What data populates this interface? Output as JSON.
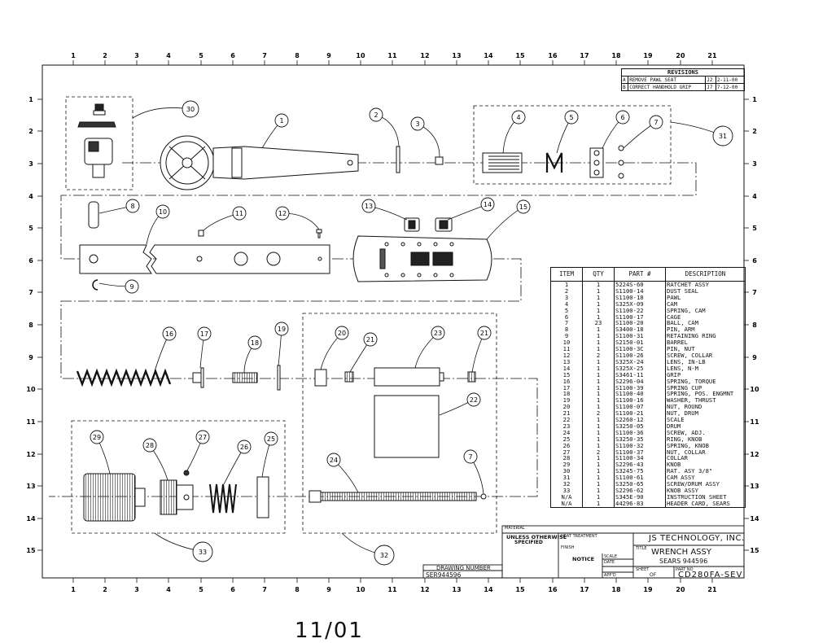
{
  "revisions": {
    "title": "REVISIONS",
    "rows": [
      {
        "ltr": "A",
        "desc": "REMOVE PAWL SEAT",
        "by": "J2",
        "date": "2-11-00"
      },
      {
        "ltr": "B",
        "desc": "CORRECT HANDHOLD GRIP",
        "by": "J7",
        "date": "7-12-00"
      }
    ]
  },
  "grid": {
    "cols": [
      "1",
      "2",
      "3",
      "4",
      "5",
      "6",
      "7",
      "8",
      "9",
      "10",
      "11",
      "12",
      "13",
      "14",
      "15",
      "16",
      "17",
      "18",
      "19",
      "20",
      "21"
    ],
    "rows": [
      "1",
      "2",
      "3",
      "4",
      "5",
      "6",
      "7",
      "8",
      "9",
      "10",
      "11",
      "12",
      "13",
      "14",
      "15"
    ]
  },
  "parts_list": {
    "headers": [
      "ITEM",
      "QTY",
      "PART #",
      "DESCRIPTION"
    ],
    "rows": [
      [
        "1",
        "1",
        "5224S-60",
        "RATCHET ASSY"
      ],
      [
        "2",
        "1",
        "S1100-14",
        "DUST SEAL"
      ],
      [
        "3",
        "1",
        "S1100-18",
        "PAWL"
      ],
      [
        "4",
        "1",
        "S325X-09",
        "CAM"
      ],
      [
        "5",
        "1",
        "S1100-22",
        "SPRING, CAM"
      ],
      [
        "6",
        "1",
        "S1100-17",
        "CAGE"
      ],
      [
        "7",
        "23",
        "S1100-20",
        "BALL, CAM"
      ],
      [
        "8",
        "1",
        "S3400-18",
        "PIN, ARM"
      ],
      [
        "9",
        "1",
        "S1100-31",
        "RETAINING RING"
      ],
      [
        "10",
        "1",
        "S2150-01",
        "BARREL"
      ],
      [
        "11",
        "1",
        "S1100-3C",
        "PIN, NUT"
      ],
      [
        "12",
        "2",
        "S1100-26",
        "SCREW, COLLAR"
      ],
      [
        "13",
        "1",
        "S325X-24",
        "LENS, IN-LB"
      ],
      [
        "14",
        "1",
        "S325X-25",
        "LENS, N-M"
      ],
      [
        "15",
        "1",
        "S3461-11",
        "GRIP"
      ],
      [
        "16",
        "1",
        "S2296-04",
        "SPRING, TORQUE"
      ],
      [
        "17",
        "1",
        "S1100-39",
        "SPRING CUP"
      ],
      [
        "18",
        "1",
        "S1100-40",
        "SPRING, POS. ENGMNT"
      ],
      [
        "19",
        "1",
        "S1100-16",
        "WASHER, THRUST"
      ],
      [
        "20",
        "1",
        "S1100-07",
        "NUT, ROUND"
      ],
      [
        "21",
        "2",
        "S1100-21",
        "NUT, DRUM"
      ],
      [
        "22",
        "1",
        "S2260-12",
        "SCALE"
      ],
      [
        "23",
        "1",
        "S3250-05",
        "DRUM"
      ],
      [
        "24",
        "1",
        "S1100-36",
        "SCREW, ADJ."
      ],
      [
        "25",
        "1",
        "S3250-35",
        "RING, KNOB"
      ],
      [
        "26",
        "1",
        "S1100-32",
        "SPRING, KNOB"
      ],
      [
        "27",
        "2",
        "S1100-37",
        "NUT, COLLAR"
      ],
      [
        "28",
        "1",
        "S1100-34",
        "COLLAR"
      ],
      [
        "29",
        "1",
        "S2296-43",
        "KNOB"
      ],
      [
        "30",
        "1",
        "S3245-75",
        "RAT. ASY 3/8\""
      ],
      [
        "31",
        "1",
        "S1100-61",
        "CAM ASSY"
      ],
      [
        "32",
        "1",
        "S3250-65",
        "SCREW/DRUM ASSY"
      ],
      [
        "33",
        "1",
        "S2296-62",
        "KNOB ASSY"
      ],
      [
        "N/A",
        "1",
        "S345E-90",
        "INSTRUCTION SHEET"
      ],
      [
        "N/A",
        "1",
        "44296-83",
        "HEADER CARD, SEARS"
      ]
    ]
  },
  "title_block": {
    "material": "MATERIAL",
    "unless": "UNLESS OTHERWISE",
    "specified": "SPECIFIED",
    "heat": "HEAT TREATMENT",
    "finish": "FINISH",
    "notice": "NOTICE",
    "company": "JS TECHNOLOGY, INC.",
    "title_label": "TITLE",
    "title": "WRENCH ASSY",
    "subtitle": "SEARS 944596",
    "scale_label": "SCALE",
    "date_label": "DATE",
    "appd_label": "APP'D",
    "sheet_label": "SHEET",
    "sheet_of": "OF",
    "part_no_label": "PART NO",
    "part_no": "CD280FA-SEV",
    "drawing_number_label": "DRAWING NUMBER",
    "drawing_number": "SER944596"
  },
  "callouts": [
    "1",
    "2",
    "3",
    "4",
    "5",
    "6",
    "7",
    "8",
    "9",
    "10",
    "11",
    "12",
    "13",
    "14",
    "15",
    "16",
    "17",
    "18",
    "19",
    "20",
    "21",
    "21",
    "22",
    "23",
    "24",
    "7",
    "25",
    "26",
    "27",
    "28",
    "29",
    "30",
    "31",
    "32",
    "33"
  ],
  "footer_text": "11/01"
}
